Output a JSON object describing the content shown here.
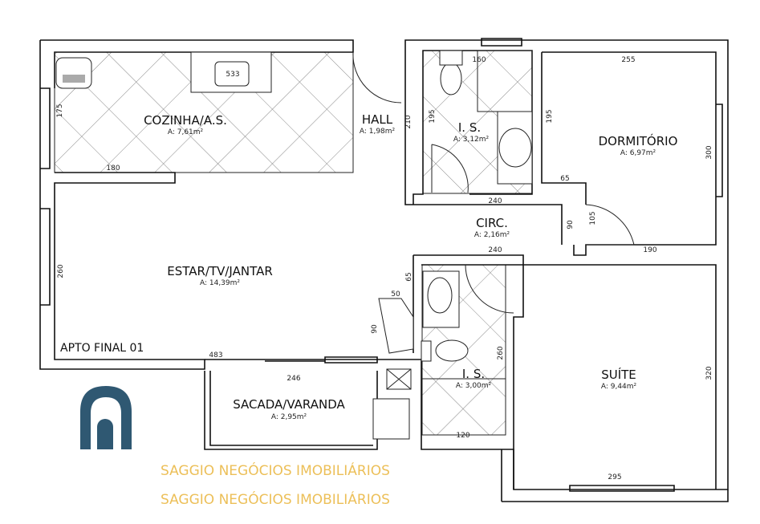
{
  "plan": {
    "label": "APTO FINAL 01",
    "rooms": {
      "cozinha": {
        "name": "COZINHA/A.S.",
        "area": "A: 7,61m²"
      },
      "hall": {
        "name": "HALL",
        "area": "A: 1,98m²"
      },
      "is_upper": {
        "name": "I. S.",
        "area": "A: 3,12m²"
      },
      "dormitorio": {
        "name": "DORMITÓRIO",
        "area": "A: 6,97m²"
      },
      "circ": {
        "name": "CIRC.",
        "area": "A: 2,16m²"
      },
      "estar": {
        "name": "ESTAR/TV/JANTAR",
        "area": "A: 14,39m²"
      },
      "is_lower": {
        "name": "I. S.",
        "area": "A: 3,00m²"
      },
      "suite": {
        "name": "SUÍTE",
        "area": "A: 9,44m²"
      },
      "sacada": {
        "name": "SACADA/VARANDA",
        "area": "A: 2,95m²"
      }
    },
    "dimensions": {
      "d533": "533",
      "d175": "175",
      "d180": "180",
      "d210": "210",
      "d195a": "195",
      "d160": "160",
      "d255": "255",
      "d195b": "195",
      "d300": "300",
      "d65a": "65",
      "d240a": "240",
      "d90a": "90",
      "d105": "105",
      "d190": "190",
      "d240b": "240",
      "d260a": "260",
      "d65b": "65",
      "d50": "50",
      "d90b": "90",
      "d483": "483",
      "d246": "246",
      "d260b": "260",
      "d120": "120",
      "d320": "320",
      "d295": "295"
    }
  },
  "watermark": {
    "text": "SAGGIO NEGÓCIOS IMOBILIÁRIOS",
    "gold": "#e9b53c",
    "logo_color": "#2f5872"
  }
}
